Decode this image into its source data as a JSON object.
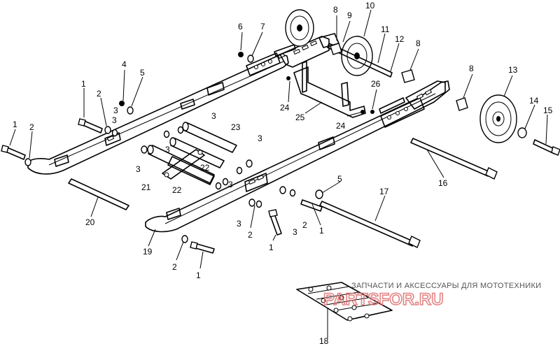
{
  "diagram": {
    "callouts": [
      "1",
      "1",
      "1",
      "1",
      "1",
      "2",
      "2",
      "2",
      "2",
      "2",
      "3",
      "3",
      "3",
      "3",
      "3",
      "3",
      "3",
      "3",
      "3",
      "4",
      "5",
      "5",
      "6",
      "7",
      "8",
      "8",
      "8",
      "9",
      "10",
      "11",
      "12",
      "13",
      "14",
      "15",
      "16",
      "17",
      "18",
      "19",
      "20",
      "21",
      "22",
      "22",
      "23",
      "24",
      "24",
      "25",
      "26"
    ]
  },
  "watermark": {
    "text": "ЗАПЧАСТИ И АКСЕССУАРЫ ДЛЯ МОТОТЕХНИКИ",
    "logo": "PARTSFOR.RU"
  }
}
